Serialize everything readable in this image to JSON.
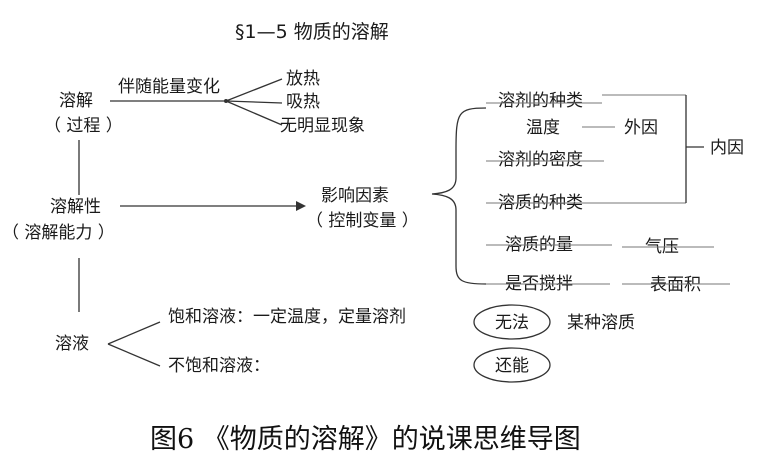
{
  "title": "§1—5  物质的溶解",
  "caption": "图6 《物质的溶解》的说课思维导图",
  "left": {
    "process": "溶解",
    "process_note": "（ 过程 ）",
    "solubility": "溶解性",
    "solubility_note": "（ 溶解能力 ）",
    "solution": "溶液"
  },
  "energy": {
    "label": "伴随能量变化",
    "items": [
      "放热",
      "吸热",
      "无明显现象"
    ]
  },
  "factors": {
    "label": "影响因素",
    "label_note": "（ 控制变量 ）",
    "items": [
      "溶剂的种类",
      "温度",
      "溶剂的密度",
      "溶质的种类",
      "溶质的量",
      "是否搅拌"
    ],
    "external": "外因",
    "internal": "内因",
    "pressure": "气压",
    "surface": "表面积"
  },
  "solution_types": {
    "saturated": "饱和溶液：一定温度，定量溶剂",
    "unsaturated": "不饱和溶液：",
    "cannot": "无法",
    "can": "还能",
    "solute_note": "某种溶质"
  }
}
